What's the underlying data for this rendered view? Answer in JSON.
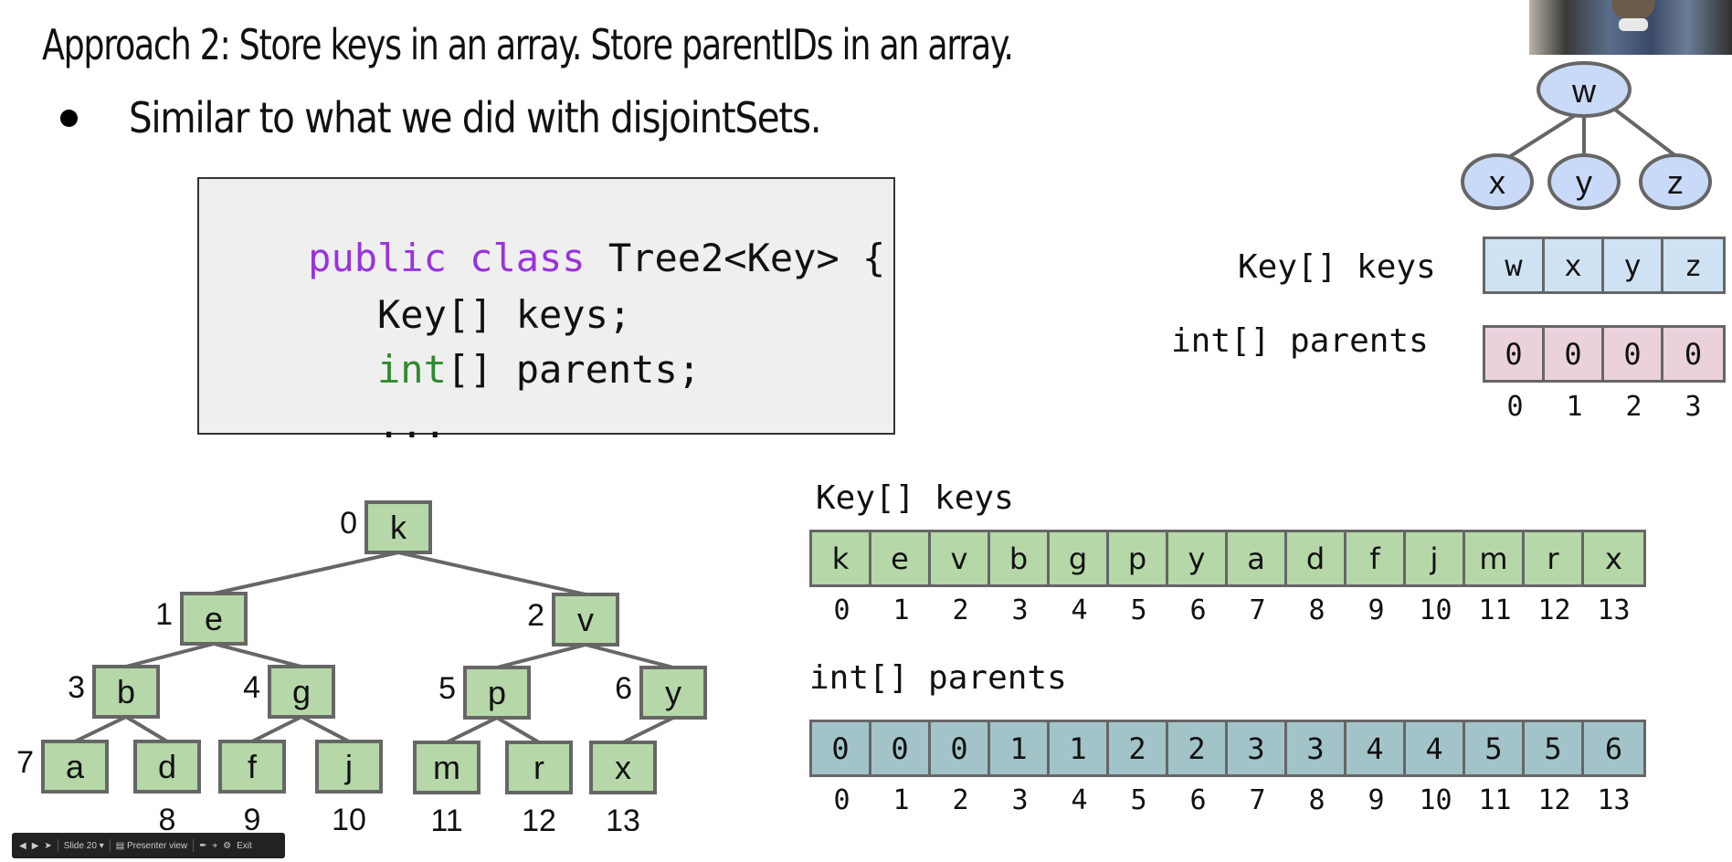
{
  "slide": {
    "title": "Approach 2: Store keys in an array. Store parentIDs in an array.",
    "bullets": [
      "Similar to what we did with disjointSets."
    ]
  },
  "code": {
    "lines": [
      {
        "parts": [
          {
            "text": "public class",
            "style": "keyword"
          },
          {
            "text": " Tree2<Key> {",
            "style": "plain"
          }
        ]
      },
      {
        "parts": [
          {
            "text": "   Key[] keys;",
            "style": "plain"
          }
        ]
      },
      {
        "parts": [
          {
            "text": "   ",
            "style": "plain"
          },
          {
            "text": "int",
            "style": "type"
          },
          {
            "text": "[] parents;",
            "style": "plain"
          }
        ]
      },
      {
        "parts": [
          {
            "text": "   ...",
            "style": "plain"
          }
        ]
      }
    ]
  },
  "small_example": {
    "tree": {
      "root": "w",
      "children": [
        "x",
        "y",
        "z"
      ]
    },
    "keys_label": "Key[] keys",
    "parents_label": "int[] parents",
    "keys": [
      "w",
      "x",
      "y",
      "z"
    ],
    "parents": [
      "0",
      "0",
      "0",
      "0"
    ],
    "indices": [
      "0",
      "1",
      "2",
      "3"
    ],
    "colors": {
      "keys_fill": "#cfe2f3",
      "parents_fill": "#ead1dc",
      "node_fill": "#c9daf8"
    }
  },
  "big_example": {
    "tree_nodes": [
      {
        "index": "0",
        "key": "k",
        "parent": null
      },
      {
        "index": "1",
        "key": "e",
        "parent": 0
      },
      {
        "index": "2",
        "key": "v",
        "parent": 0
      },
      {
        "index": "3",
        "key": "b",
        "parent": 1
      },
      {
        "index": "4",
        "key": "g",
        "parent": 1
      },
      {
        "index": "5",
        "key": "p",
        "parent": 2
      },
      {
        "index": "6",
        "key": "y",
        "parent": 2
      },
      {
        "index": "7",
        "key": "a",
        "parent": 3
      },
      {
        "index": "8",
        "key": "d",
        "parent": 3
      },
      {
        "index": "9",
        "key": "f",
        "parent": 4
      },
      {
        "index": "10",
        "key": "j",
        "parent": 4
      },
      {
        "index": "11",
        "key": "m",
        "parent": 5
      },
      {
        "index": "12",
        "key": "r",
        "parent": 5
      },
      {
        "index": "13",
        "key": "x",
        "parent": 6
      }
    ],
    "keys_label": "Key[] keys",
    "parents_label": "int[] parents",
    "keys": [
      "k",
      "e",
      "v",
      "b",
      "g",
      "p",
      "y",
      "a",
      "d",
      "f",
      "j",
      "m",
      "r",
      "x"
    ],
    "parents": [
      "0",
      "0",
      "0",
      "1",
      "1",
      "2",
      "2",
      "3",
      "3",
      "4",
      "4",
      "5",
      "5",
      "6"
    ],
    "indices": [
      "0",
      "1",
      "2",
      "3",
      "4",
      "5",
      "6",
      "7",
      "8",
      "9",
      "10",
      "11",
      "12",
      "13"
    ],
    "colors": {
      "keys_fill": "#b6d7a8",
      "parents_fill": "#a2c4c9",
      "node_fill": "#b6d7a8"
    }
  },
  "presenter_toolbar": {
    "slide_label": "Slide 20",
    "presenter_view_label": "Presenter view",
    "exit_label": "Exit"
  }
}
